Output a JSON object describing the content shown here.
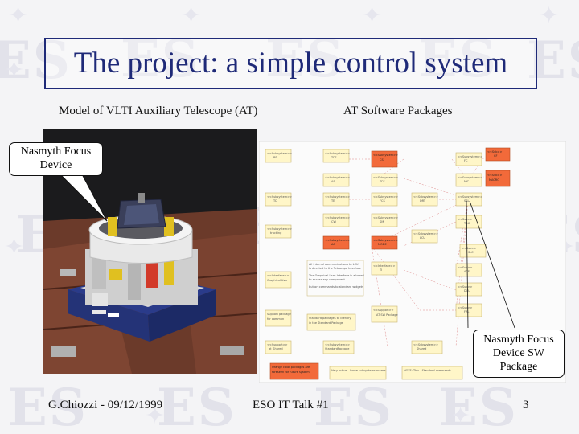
{
  "slide": {
    "title": "The project: a simple control system",
    "left_caption": "Model of VLTI Auxiliary Telescope (AT)",
    "right_caption": "AT Software Packages",
    "callout_left": [
      "Nasmyth Focus",
      "Device"
    ],
    "callout_right": [
      "Nasmyth Focus",
      "Device SW",
      "Package"
    ],
    "footer": {
      "author_date": "G.Chiozzi - 09/12/1999",
      "event": "ESO IT Talk #1",
      "page": "3"
    },
    "watermark_text": "ES"
  },
  "colors": {
    "title": "#1f2a78",
    "background": "#f4f4f6",
    "package_yellow": "#fff6c8",
    "package_orange": "#f26a3a",
    "package_border": "#c8b470"
  }
}
